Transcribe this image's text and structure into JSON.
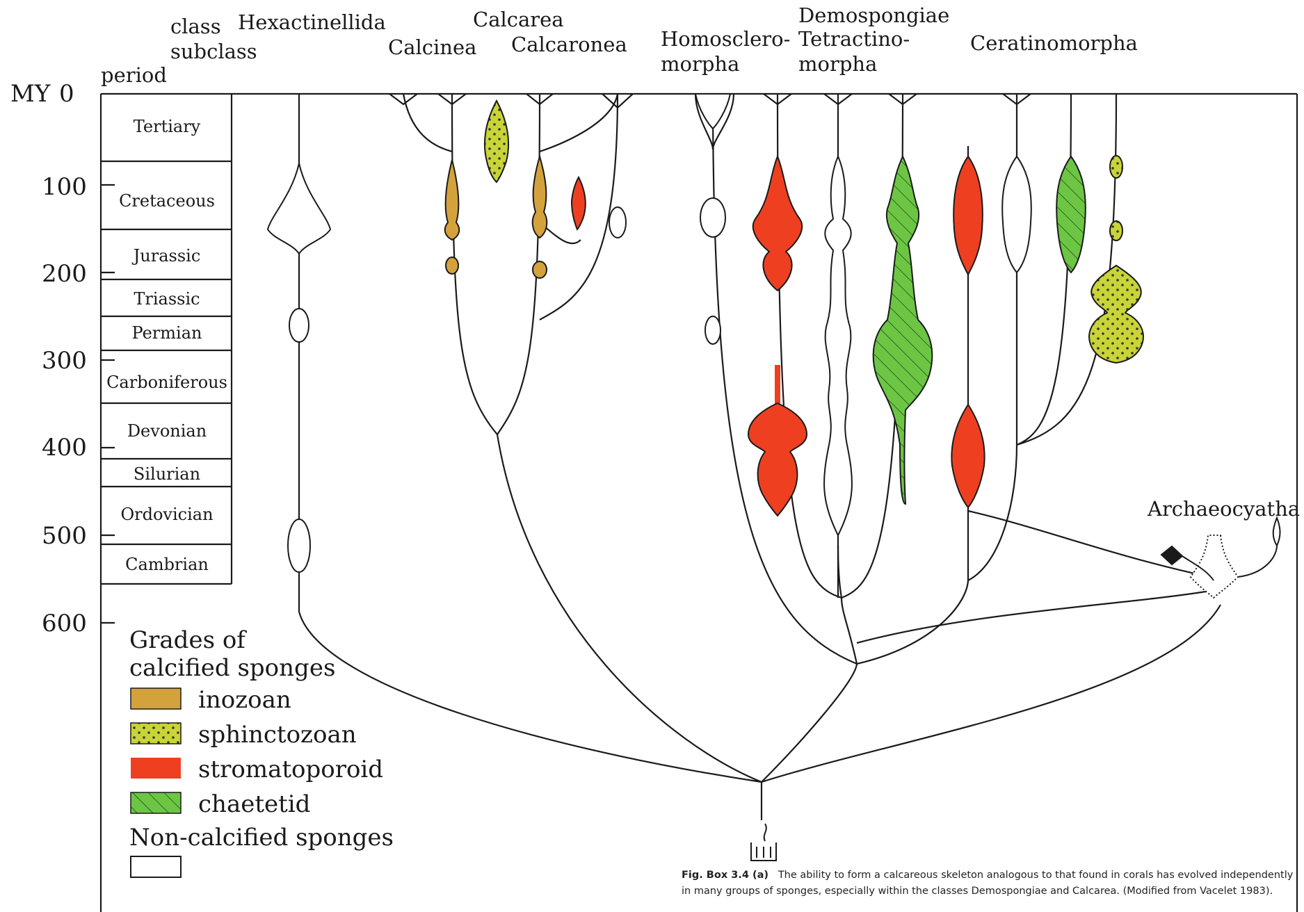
{
  "headers": {
    "class": "class",
    "subclass": "subclass",
    "period": "period",
    "hexactinellida": "Hexactinellida",
    "calcarea": "Calcarea",
    "calcinea": "Calcinea",
    "calcaronea": "Calcaronea",
    "demospongiae": "Demospongiae",
    "homosclero_1": "Homosclero-",
    "homosclero_2": "morpha",
    "tetractino_1": "Tetractino-",
    "tetractino_2": "morpha",
    "ceratinomorpha": "Ceratinomorpha",
    "archaeocyatha": "Archaeocyatha"
  },
  "axis": {
    "unit": "MY",
    "ticks": [
      "0",
      "100",
      "200",
      "300",
      "400",
      "500",
      "600"
    ]
  },
  "periods": [
    "Tertiary",
    "Cretaceous",
    "Jurassic",
    "Triassic",
    "Permian",
    "Carboniferous",
    "Devonian",
    "Silurian",
    "Ordovician",
    "Cambrian"
  ],
  "legend": {
    "title_1": "Grades of",
    "title_2": "calcified sponges",
    "items": [
      {
        "label": "inozoan",
        "color": "#d4a23c",
        "pattern": "solid"
      },
      {
        "label": "sphinctozoan",
        "color": "#c9d437",
        "pattern": "dotted"
      },
      {
        "label": "stromatoporoid",
        "color": "#ee4021",
        "pattern": "solid"
      },
      {
        "label": "chaetetid",
        "color": "#6cc644",
        "pattern": "hatched"
      }
    ],
    "noncalc_label": "Non-calcified sponges",
    "noncalc_color": "#ffffff"
  },
  "caption": {
    "fig_label": "Fig. Box 3.4 (a)",
    "text": "The ability to form a calcareous skeleton analogous to that found in corals has evolved independently in many groups of sponges, especially within the classes Demospongiae and Calcarea. (Modified from Vacelet 1983)."
  }
}
